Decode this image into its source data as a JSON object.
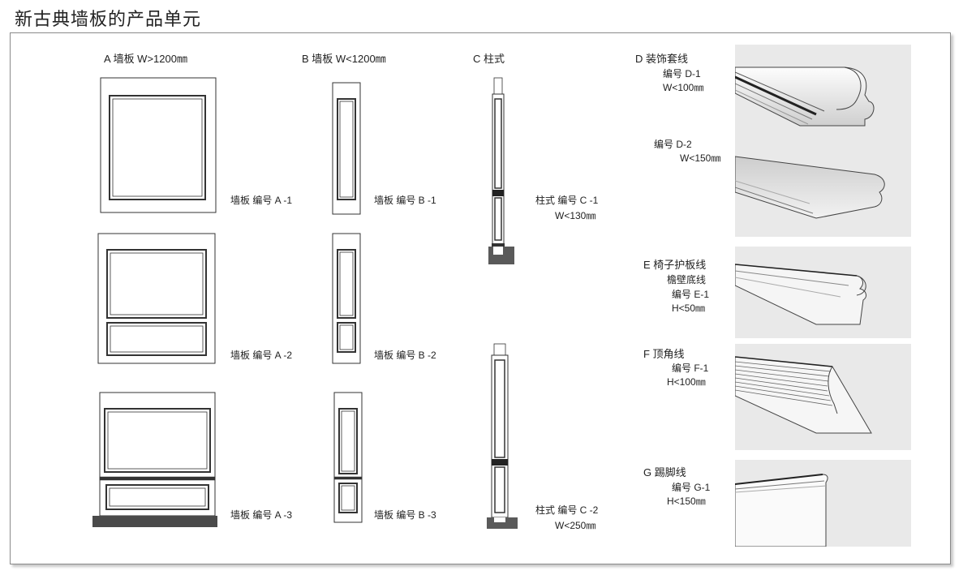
{
  "title": "新古典墙板的产品单元",
  "sections": {
    "A": {
      "heading": "A 墙板 W>1200㎜",
      "labels": [
        "墙板 编号 A -1",
        "墙板 编号 A -2",
        "墙板 编号 A -3"
      ]
    },
    "B": {
      "heading": "B 墙板 W<1200㎜",
      "labels": [
        "墙板 编号 B -1",
        "墙板 编号 B -2",
        "墙板 编号 B -3"
      ]
    },
    "C": {
      "heading": "C 柱式",
      "items": [
        {
          "code": "柱式 编号 C -1",
          "size": "W<130㎜"
        },
        {
          "code": "柱式 编号 C -2",
          "size": "W<250㎜"
        }
      ]
    },
    "D": {
      "heading": "D 装饰套线",
      "items": [
        {
          "code": "编号 D-1",
          "size": "W<100㎜"
        },
        {
          "code": "编号 D-2",
          "size": "W<150㎜"
        }
      ]
    },
    "E": {
      "heading": "E 椅子护板线",
      "sub": "檐壁底线",
      "code": "编号 E-1",
      "size": "H<50㎜"
    },
    "F": {
      "heading": "F 顶角线",
      "code": "编号 F-1",
      "size": "H<100㎜"
    },
    "G": {
      "heading": "G 踢脚线",
      "code": "编号 G-1",
      "size": "H<150㎜"
    }
  }
}
